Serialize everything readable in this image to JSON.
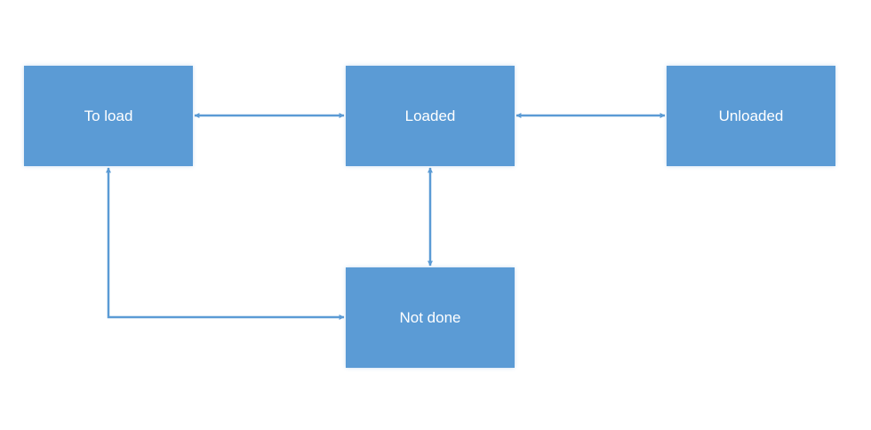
{
  "nodes": {
    "to_load": "To load",
    "loaded": "Loaded",
    "unloaded": "Unloaded",
    "not_done": "Not done"
  },
  "edges": [
    {
      "from": "to_load",
      "to": "loaded",
      "direction": "both"
    },
    {
      "from": "loaded",
      "to": "unloaded",
      "direction": "both"
    },
    {
      "from": "loaded",
      "to": "not_done",
      "direction": "both"
    },
    {
      "from": "not_done",
      "to": "to_load",
      "direction": "both"
    }
  ],
  "colors": {
    "node_fill": "#5b9bd5",
    "node_text": "#ffffff",
    "edge": "#5b9bd5"
  }
}
